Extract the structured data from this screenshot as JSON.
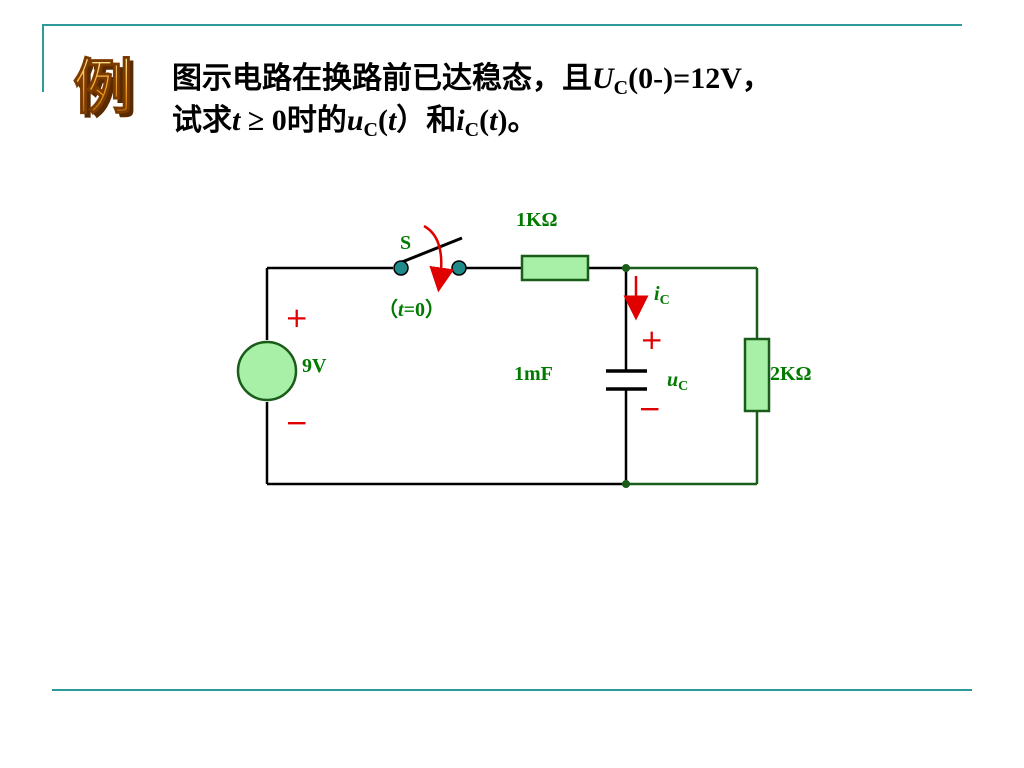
{
  "badge": {
    "text": "例"
  },
  "problem": {
    "line1": {
      "text": "图示电路在换路前已达稳态，且",
      "var": "U",
      "sub": "C",
      "value": "(0-)=12V",
      "punct": "，"
    },
    "line2": {
      "prefix": "试求",
      "t": "t",
      "ge": " ≥ 0",
      "mid": "时的",
      "u": "u",
      "u_sub": "C",
      "u_arg_open": "(",
      "u_arg": "t",
      "u_arg_close": "）",
      "and": "和",
      "i": "i",
      "i_sub": "C",
      "i_arg_open": "(",
      "i_arg": "t",
      "i_arg_close": ")",
      "end": "。"
    }
  },
  "circuit": {
    "switch_label": "S",
    "switch_time_open": "（",
    "switch_time_var": "t",
    "switch_time_rest": "=0）",
    "source_value": "9V",
    "source_plus": "+",
    "source_minus": "−",
    "r1_label": "1KΩ",
    "r2_label": "2KΩ",
    "c_label": "1mF",
    "ic_var": "i",
    "ic_sub": "C",
    "uc_var": "u",
    "uc_sub": "C",
    "cap_plus": "+",
    "cap_minus": "−",
    "colors": {
      "wire": "#000000",
      "right_wire": "#1a5c1a",
      "component_fill": "#a8f0a8",
      "component_stroke": "#1a5c1a",
      "switch_terminal": "#1f8a8a",
      "arrow": "#e00000",
      "label_green": "#007a00",
      "sign_red": "#e00000",
      "node": "#1a5c1a"
    }
  }
}
